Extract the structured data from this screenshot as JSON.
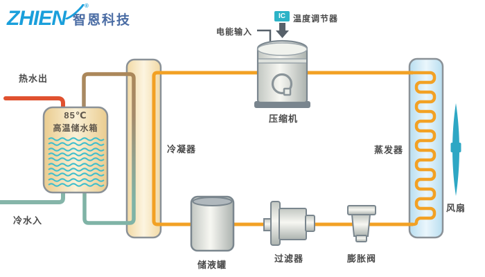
{
  "logo": {
    "brand": "ZHIEN",
    "registered": "®",
    "company": "智恩科技"
  },
  "components": {
    "hot_water_out": "热水出",
    "cold_water_in": "冷水入",
    "tank_temp": "85℃",
    "tank_name": "高温储水箱",
    "condenser": "冷凝器",
    "compressor": "压缩机",
    "power_input": "电能输入",
    "ic_chip": "IC",
    "temp_controller": "温度调节器",
    "evaporator": "蒸发器",
    "fan": "风扇",
    "receiver": "储液罐",
    "filter": "过滤器",
    "expansion_valve": "膨胀阀"
  },
  "colors": {
    "refrigerant_pipe": "#F2A124",
    "hot_water_pipe": "#E0512F",
    "cold_water_pipe": "#85B5A9",
    "warm_water_pipe": "#AC8758",
    "tank_waves": "#3FBECC",
    "fan_blade": "#2EA7C4",
    "ic_badge": "#2CB3C7",
    "logo_blue": "#1A9FDB",
    "logo_company_blue": "#4A6CA4",
    "label_text": "#4A4A4A"
  }
}
